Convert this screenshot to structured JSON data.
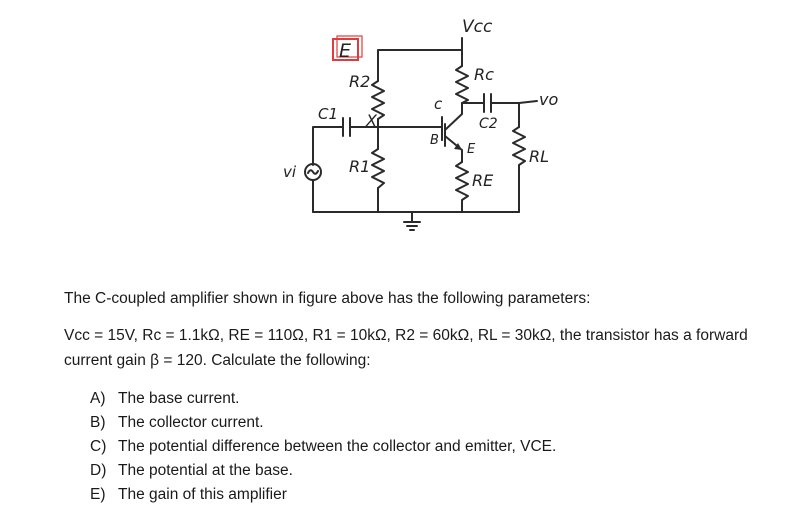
{
  "circuit": {
    "marker": "E",
    "labels": {
      "vcc": "Vcc",
      "rc": "Rc",
      "r2": "R2",
      "r1": "R1",
      "c1": "C1",
      "c2": "C2",
      "c": "c",
      "b": "B",
      "e": "E",
      "re": "RE",
      "rl": "RL",
      "vo": "vo",
      "vi": "vi",
      "x": "X"
    }
  },
  "problem": {
    "intro": "The C-coupled amplifier shown in figure above has the following parameters:",
    "params_line1": "Vcc = 15V, Rc = 1.1kΩ, RE = 110Ω, R1 = 10kΩ, R2 = 60kΩ, RL = 30kΩ, the transistor has a forward",
    "params_line2": "current gain β = 120. Calculate the following:",
    "items": [
      {
        "letter": "A)",
        "text": "The base current."
      },
      {
        "letter": "B)",
        "text": "The collector current."
      },
      {
        "letter": "C)",
        "text": "The potential difference between the collector and emitter, VCE."
      },
      {
        "letter": "D)",
        "text": "The potential at the base."
      },
      {
        "letter": "E)",
        "text": "The gain of this amplifier"
      }
    ]
  }
}
